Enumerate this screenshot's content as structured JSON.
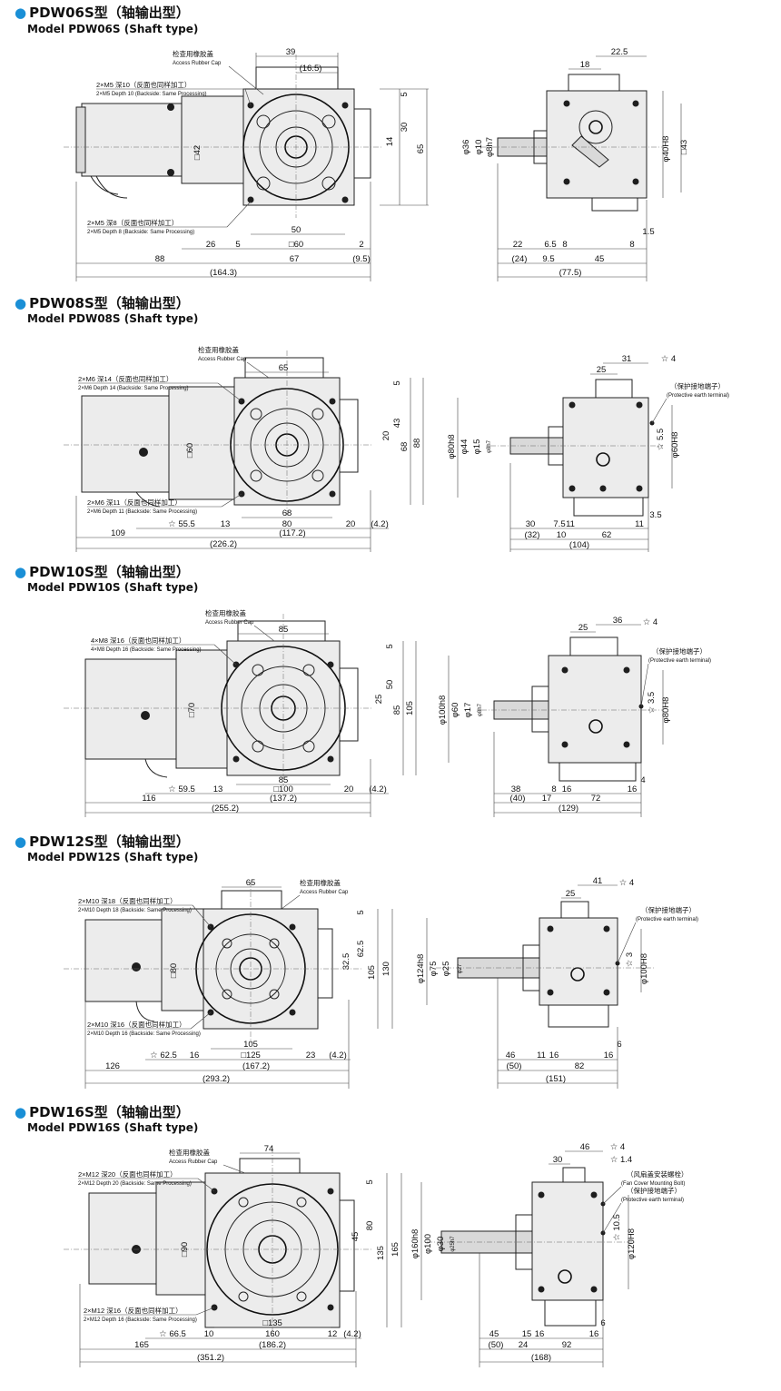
{
  "sections": [
    {
      "title": "PDW06S型（轴输出型）",
      "subtitle": "Model PDW06S (Shaft type)",
      "notes": {
        "cap_cn": "检查用橡胶盖",
        "cap_en": "Access Rubber Cap",
        "hole1_cn": "2×M5 深10（反面也同样加工）",
        "hole1_en": "2×M5 Depth 10 (Backside: Same Processing)",
        "hole2_cn": "2×M5 深8（反面也同样加工）",
        "hole2_en": "2×M5 Depth 8 (Backside: Same Processing)",
        "earth_cn": "",
        "earth_en": ""
      },
      "front": {
        "top1": "39",
        "top2": "(16.5)",
        "sq": "□42",
        "rv1": "5",
        "rv2": "30",
        "rv3": "14",
        "rv4": "65",
        "inner": "50",
        "sqb": "□60",
        "left_a": "26",
        "gap": "5",
        "right_a": "2",
        "motor": "88",
        "body": "67",
        "tail": "(9.5)",
        "total": "(164.3)"
      },
      "side": {
        "top1": "22.5",
        "top2": "18",
        "d_a": "φ36",
        "d_b": "φ10",
        "d_c": "φ8h7",
        "d_r1": "φ40H8",
        "d_r2": "□43",
        "b1": "22",
        "b2": "6.5",
        "b3": "8",
        "b4": "8",
        "b5": "1.5",
        "c1": "(24)",
        "c2": "9.5",
        "c3": "45",
        "total": "(77.5)"
      }
    },
    {
      "title": "PDW08S型（轴输出型）",
      "subtitle": "Model PDW08S (Shaft type)",
      "notes": {
        "cap_cn": "检查用橡胶盖",
        "cap_en": "Access Rubber Cap",
        "hole1_cn": "2×M6 深14（反面也同样加工）",
        "hole1_en": "2×M6 Depth 14 (Backside: Same Processing)",
        "hole2_cn": "2×M6 深11（反面也同样加工）",
        "hole2_en": "2×M6 Depth 11 (Backside: Same Processing)",
        "earth_cn": "（保护接地端子）",
        "earth_en": "(Protective earth terminal)"
      },
      "front": {
        "top1": "65",
        "sq": "□60",
        "rv1": "5",
        "rv2": "43",
        "rv3": "20",
        "rv4": "88",
        "rv5": "68",
        "inner": "68",
        "star": "☆ 55.5",
        "gap": "13",
        "sqb": "80",
        "right_a": "20",
        "right_b": "(4.2)",
        "motor": "109",
        "body": "(117.2)",
        "total": "(226.2)"
      },
      "side": {
        "top1": "31",
        "top2": "25",
        "star": "☆ 4",
        "star2": "☆ 5.5",
        "d_a": "φ80h8",
        "d_b": "φ44",
        "d_c": "φ15",
        "d_d": "φ8h7",
        "d_r1": "φ60H8",
        "b1": "30",
        "b2": "7.5",
        "b3": "11",
        "b4": "11",
        "b5": "3.5",
        "c1": "(32)",
        "c2": "10",
        "c3": "62",
        "total": "(104)"
      }
    },
    {
      "title": "PDW10S型（轴输出型）",
      "subtitle": "Model PDW10S (Shaft type)",
      "notes": {
        "cap_cn": "检查用橡胶盖",
        "cap_en": "Access Rubber Cap",
        "hole1_cn": "4×M8 深16（反面也同样加工）",
        "hole1_en": "4×M8 Depth 16 (Backside: Same Processing)",
        "hole2_cn": "",
        "hole2_en": "",
        "earth_cn": "（保护接地端子）",
        "earth_en": "(Protective earth terminal)"
      },
      "front": {
        "top1": "85",
        "sq": "□70",
        "rv1": "5",
        "rv2": "50",
        "rv3": "25",
        "rv4": "85",
        "rv5": "105",
        "inner": "85",
        "star": "☆ 59.5",
        "gap": "13",
        "sqb": "□100",
        "right_a": "20",
        "right_b": "(4.2)",
        "motor": "116",
        "body": "(137.2)",
        "total": "(255.2)"
      },
      "side": {
        "top1": "36",
        "top2": "25",
        "star": "☆ 4",
        "star2": "☆ 3.5",
        "d_a": "φ100h8",
        "d_b": "φ60",
        "d_c": "φ17",
        "d_d": "φ8h7",
        "d_r1": "φ80H8",
        "b1": "38",
        "b2": "8",
        "b3": "16",
        "b4": "4",
        "b5": "16",
        "c1": "(40)",
        "c2": "17",
        "c3": "72",
        "total": "(129)"
      }
    },
    {
      "title": "PDW12S型（轴输出型）",
      "subtitle": "Model PDW12S (Shaft type)",
      "notes": {
        "cap_cn": "检查用橡胶盖",
        "cap_en": "Access Rubber Cap",
        "hole1_cn": "2×M10 深18（反面也同样加工）",
        "hole1_en": "2×M10 Depth 18 (Backside: Same Processing)",
        "hole2_cn": "2×M10 深16（反面也同样加工）",
        "hole2_en": "2×M10 Depth 16 (Backside: Same Processing)",
        "earth_cn": "（保护接地端子）",
        "earth_en": "(Protective earth terminal)"
      },
      "front": {
        "top1": "65",
        "sq": "□80",
        "rv1": "5",
        "rv2": "62.5",
        "rv3": "32.5",
        "rv4": "105",
        "rv5": "130",
        "inner": "105",
        "star": "☆ 62.5",
        "gap": "16",
        "sqb": "□125",
        "right_a": "23",
        "right_b": "(4.2)",
        "motor": "126",
        "body": "(167.2)",
        "total": "(293.2)"
      },
      "side": {
        "top1": "41",
        "top2": "25",
        "star": "☆ 4",
        "star2": "☆ 3",
        "d_a": "φ124h8",
        "d_b": "φ75",
        "d_c": "φ25",
        "d_d": "φ27",
        "d_r1": "φ100H8",
        "b1": "46",
        "b2": "11",
        "b3": "16",
        "b4": "6",
        "b5": "16",
        "c1": "(50)",
        "c2": "",
        "c3": "82",
        "total": "(151)"
      }
    },
    {
      "title": "PDW16S型（轴输出型）",
      "subtitle": "Model PDW16S (Shaft type)",
      "notes": {
        "cap_cn": "检查用橡胶盖",
        "cap_en": "Access Rubber Cap",
        "hole1_cn": "2×M12 深20（反面也同样加工）",
        "hole1_en": "2×M12 Depth 20 (Backside: Same Processing)",
        "hole2_cn": "2×M12 深16（反面也同样加工）",
        "hole2_en": "2×M12 Depth 16 (Backside: Same Processing)",
        "earth_cn": "（保护接地端子）",
        "earth_en": "(Protective earth terminal)",
        "fan_cn": "（风扇盖安装螺栓）",
        "fan_en": "(Fan Cover Mounting Bolt)"
      },
      "front": {
        "top1": "74",
        "sq": "□90",
        "rv1": "5",
        "rv2": "80",
        "rv3": "45",
        "rv4": "135",
        "rv5": "165",
        "inner": "160",
        "star": "☆ 66.5",
        "gap": "10",
        "sqb": "□135",
        "right_a": "12",
        "right_b": "(4.2)",
        "motor": "165",
        "body": "(186.2)",
        "total": "(351.2)"
      },
      "side": {
        "top1": "46",
        "top2": "30",
        "star": "☆ 4",
        "star3": "☆ 1.4",
        "star2": "☆ 10.5",
        "d_a": "φ160h8",
        "d_b": "φ100",
        "d_c": "φ30",
        "d_d": "φ25h7",
        "d_r1": "φ120H8",
        "b1": "45",
        "b2": "15",
        "b3": "16",
        "b4": "6",
        "b5": "16",
        "c1": "(50)",
        "c2": "24",
        "c3": "92",
        "total": "(168)"
      }
    }
  ]
}
